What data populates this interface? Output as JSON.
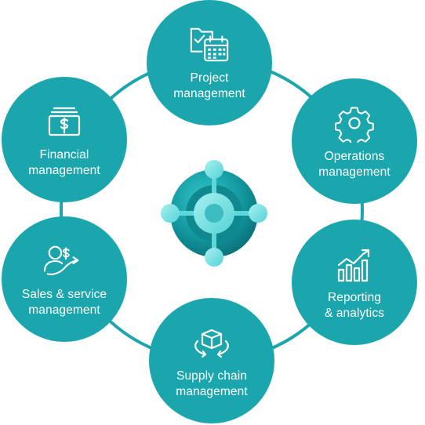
{
  "colors": {
    "node_fill": "#1aa6ac",
    "ring_stroke": "#1aa6ac",
    "logo_light": "#7fe1e3",
    "logo_mid": "#1fb8bd",
    "logo_dark": "#0a6e76"
  },
  "nodes": [
    {
      "id": "project",
      "icon": "calendar-checklist-icon",
      "line1": "Project",
      "line2": "management"
    },
    {
      "id": "operations",
      "icon": "gear-icon",
      "line1": "Operations",
      "line2": "management"
    },
    {
      "id": "reporting",
      "icon": "bar-chart-trend-icon",
      "line1": "Reporting",
      "line2": "& analytics"
    },
    {
      "id": "supply",
      "icon": "box-cycle-icon",
      "line1": "Supply chain",
      "line2": "management"
    },
    {
      "id": "sales",
      "icon": "person-money-growth-icon",
      "line1": "Sales & service",
      "line2": "management"
    },
    {
      "id": "financial",
      "icon": "cash-stack-icon",
      "line1": "Financial",
      "line2": "management"
    }
  ],
  "center": {
    "icon": "business-central-logo-icon"
  }
}
